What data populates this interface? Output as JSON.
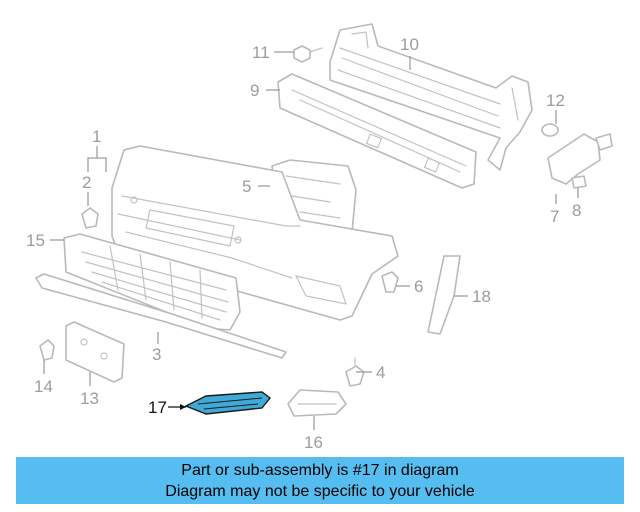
{
  "callouts": {
    "c1": "1",
    "c2": "2",
    "c3": "3",
    "c4": "4",
    "c5": "5",
    "c6": "6",
    "c7": "7",
    "c8": "8",
    "c9": "9",
    "c10": "10",
    "c11": "11",
    "c12": "12",
    "c13": "13",
    "c14": "14",
    "c15": "15",
    "c16": "16",
    "c17": "17",
    "c18": "18"
  },
  "highlighted_part": "17",
  "colors": {
    "highlight": "#3fa9d8",
    "banner": "#56bdf0",
    "line": "#b9b9b9"
  },
  "banner": {
    "line1": "Part or sub-assembly is #17 in diagram",
    "line2": "Diagram may not be specific to your vehicle"
  }
}
